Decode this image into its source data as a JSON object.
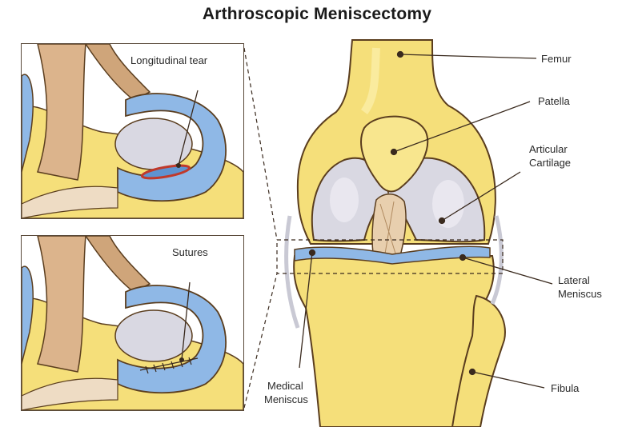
{
  "title": "Arthroscopic Meniscectomy",
  "insets": [
    {
      "id": "tear",
      "label": "Longitudinal tear"
    },
    {
      "id": "sutures",
      "label": "Sutures"
    }
  ],
  "labels": {
    "femur": "Femur",
    "patella": "Patella",
    "articular_cartilage_1": "Articular",
    "articular_cartilage_2": "Cartilage",
    "lateral_meniscus_1": "Lateral",
    "lateral_meniscus_2": "Meniscus",
    "fibula": "Fibula",
    "medical_meniscus_1": "Medical",
    "medical_meniscus_2": "Meniscus"
  },
  "colors": {
    "bone": "#f5df7a",
    "bone_light": "#fbeea8",
    "bone_outline": "#5a3d1e",
    "cartilage": "#d9d8e2",
    "meniscus": "#8fb8e6",
    "meniscus_dark": "#5f93d1",
    "ligament": "#dcb48c",
    "tear": "#c0392b",
    "leader": "#3a2a1e"
  }
}
